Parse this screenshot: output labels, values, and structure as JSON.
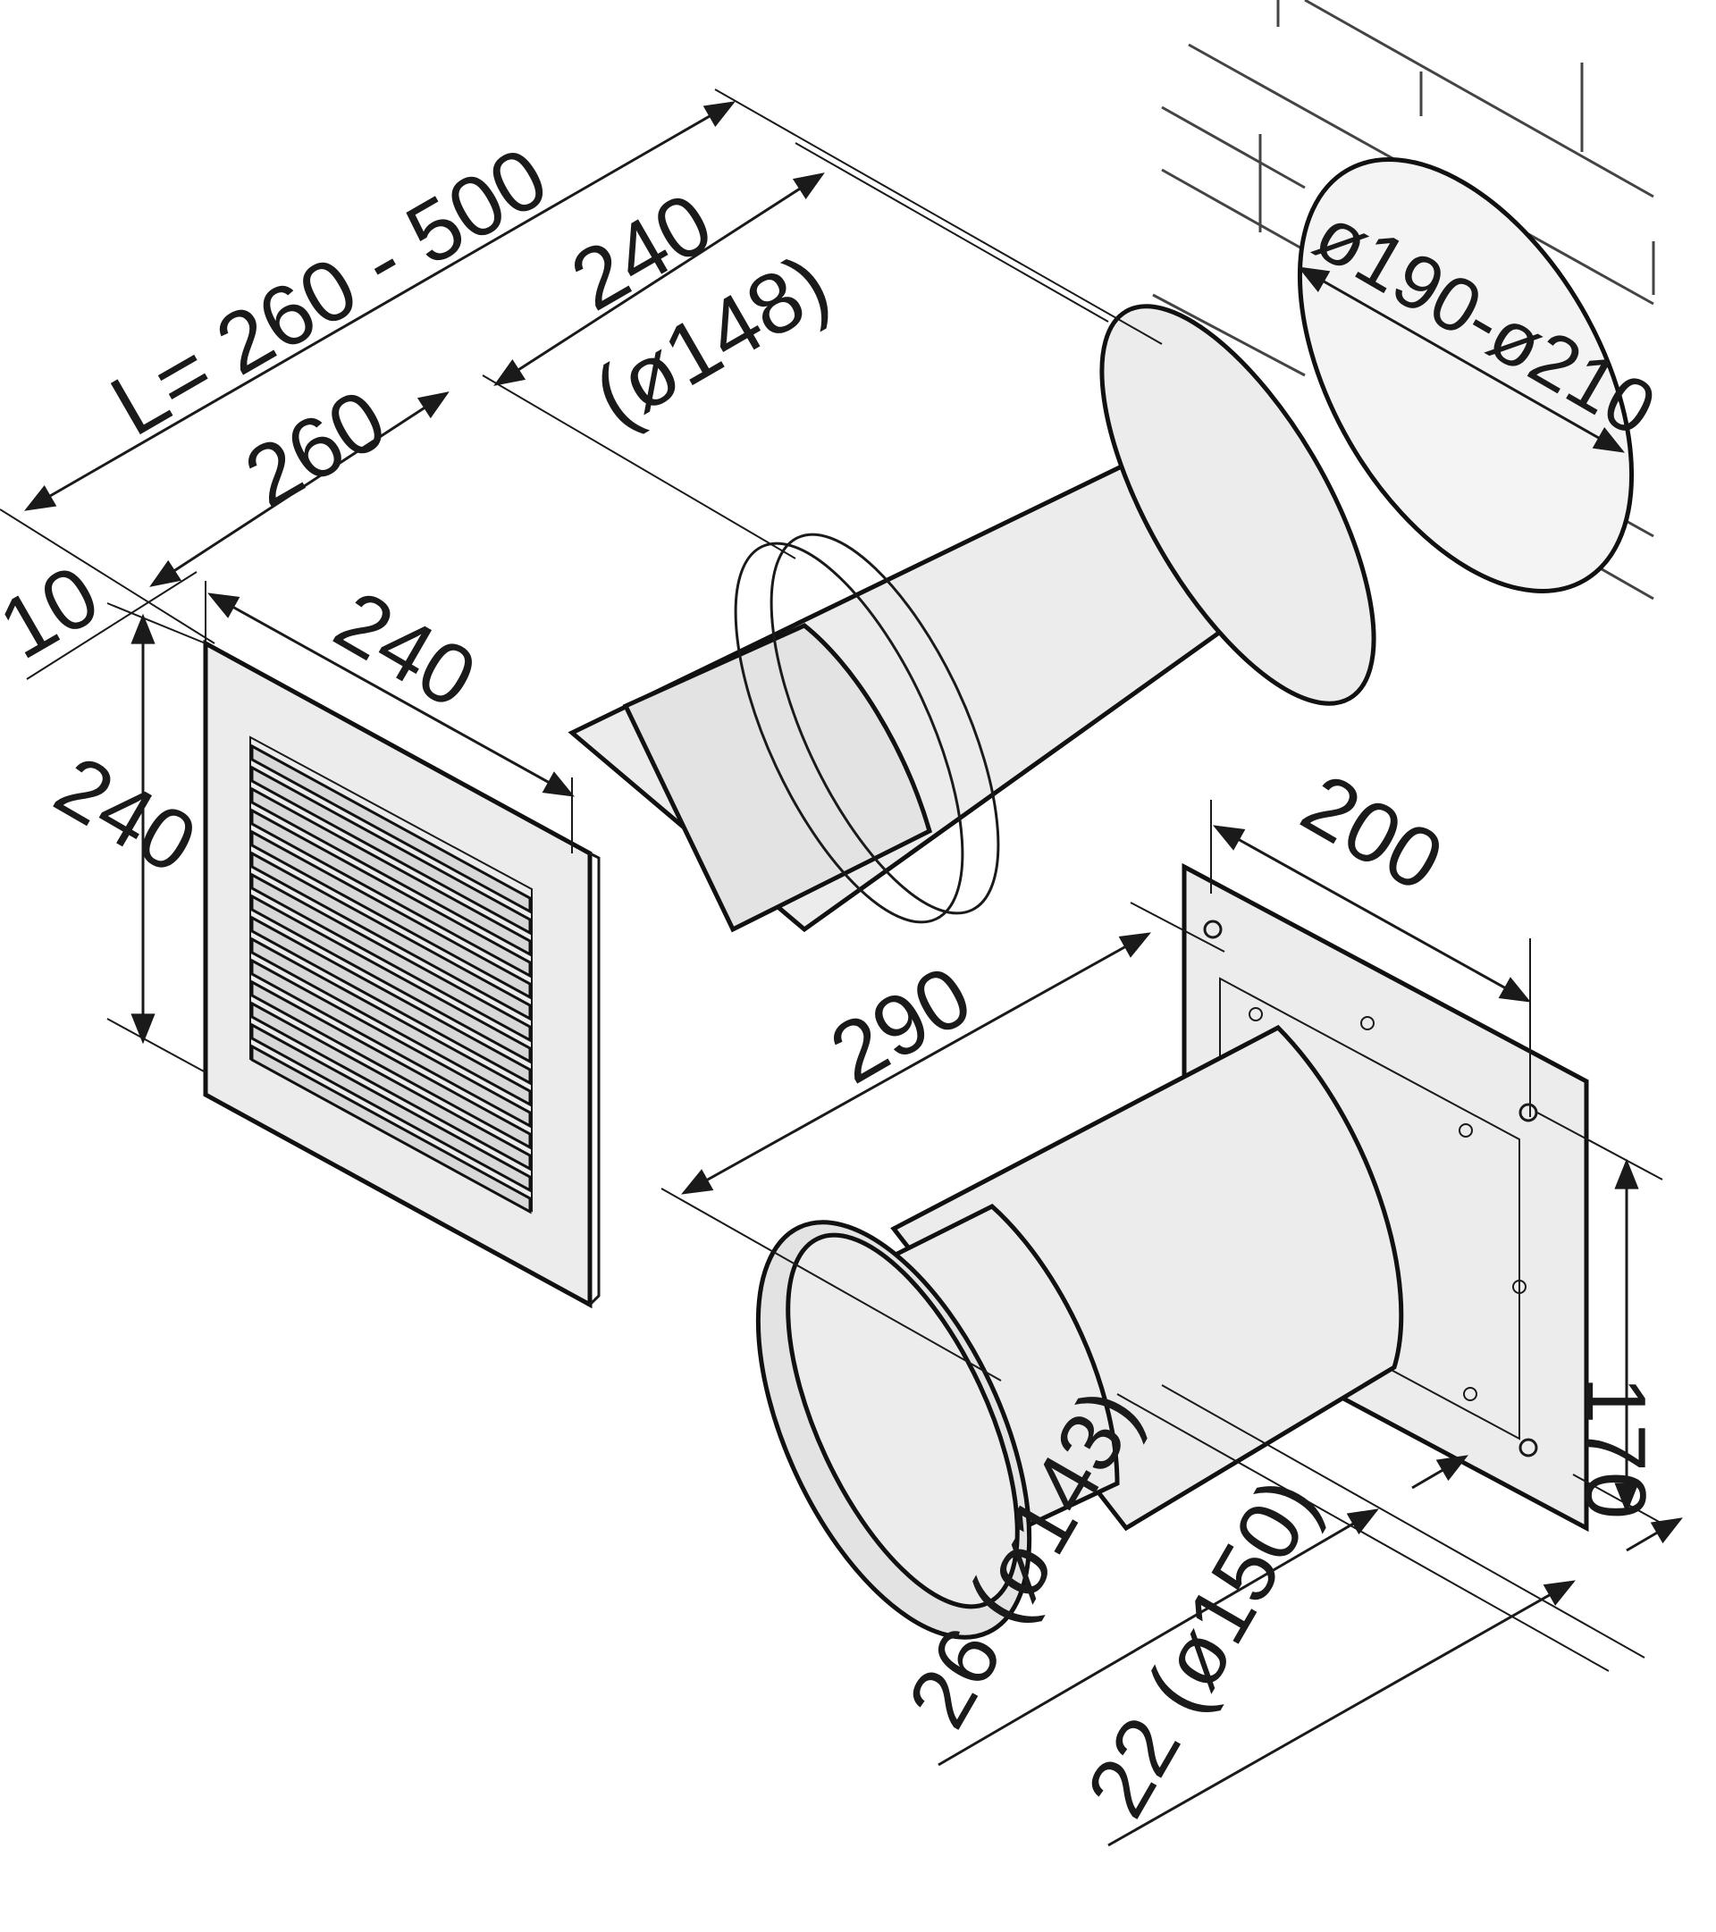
{
  "dimensions": {
    "total_length": "L= 260 - 500",
    "tube_length": "240",
    "tube_diameter": "(ø148)",
    "grille_depth": "260",
    "frame_thickness": "10",
    "grille_width": "240",
    "grille_height": "240",
    "wall_hole": "ø190-ø210",
    "plate_width": "200",
    "body_length": "290",
    "plate_height": "170",
    "inner_spigot": "26 (ø143)",
    "outer_spigot": "22 (ø150)"
  },
  "colors": {
    "stroke": "#1a1a1a",
    "part_fill": "#ececec",
    "wall_line": "#444444"
  }
}
